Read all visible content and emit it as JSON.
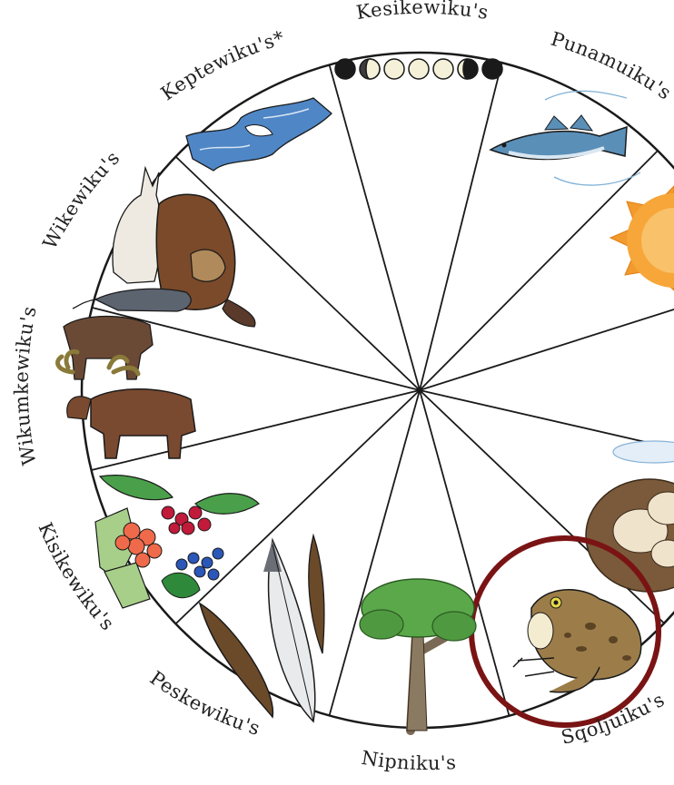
{
  "wheel": {
    "months": [
      {
        "label": "Kesikewiku's",
        "illustration": "moon-phases"
      },
      {
        "label": "Punamuiku's",
        "illustration": "tomcod-fish"
      },
      {
        "label": "",
        "illustration": "sun"
      },
      {
        "label": "",
        "illustration": "bird-nest-eggs"
      },
      {
        "label": "Sqoljuiku's",
        "illustration": "frog",
        "highlighted": true
      },
      {
        "label": "Nipniku's",
        "illustration": "leafy-tree"
      },
      {
        "label": "Peskewiku's",
        "illustration": "feathers"
      },
      {
        "label": "Kisikewiku's",
        "illustration": "berries"
      },
      {
        "label": "Wikumkewiku's",
        "illustration": "moose"
      },
      {
        "label": "Wikewiku's",
        "illustration": "hare-beaver-lynx-rat"
      },
      {
        "label": "Keptewiku's*",
        "illustration": "river-ice"
      }
    ]
  },
  "colors": {
    "outline": "#1a1a1a",
    "highlight_ring": "#7a1414",
    "ice": "#4f86c6",
    "sun": "#f29a2e",
    "foliage": "#5aa84a",
    "frog": "#9c7d4a"
  }
}
